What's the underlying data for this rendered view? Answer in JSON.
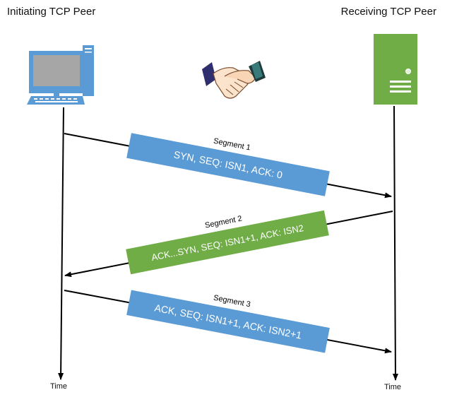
{
  "peers": {
    "initiating": {
      "title": "Initiating TCP Peer",
      "icon": "desktop-computer-icon",
      "color": "#5b9bd5"
    },
    "receiving": {
      "title": "Receiving TCP Peer",
      "icon": "server-icon",
      "color": "#70ad47"
    }
  },
  "handshake_icon": "handshake-icon",
  "timeline": {
    "left_label": "Time",
    "right_label": "Time"
  },
  "segments": [
    {
      "label": "Segment 1",
      "content": "SYN, SEQ: ISN1, ACK: 0",
      "direction": "initiating-to-receiving",
      "color": "#5b9bd5"
    },
    {
      "label": "Segment 2",
      "content": "ACK...SYN, SEQ: ISN1+1, ACK: ISN2",
      "direction": "receiving-to-initiating",
      "color": "#70ad47"
    },
    {
      "label": "Segment 3",
      "content": "ACK, SEQ: ISN1+1, ACK: ISN2+1",
      "direction": "initiating-to-receiving",
      "color": "#5b9bd5"
    }
  ]
}
